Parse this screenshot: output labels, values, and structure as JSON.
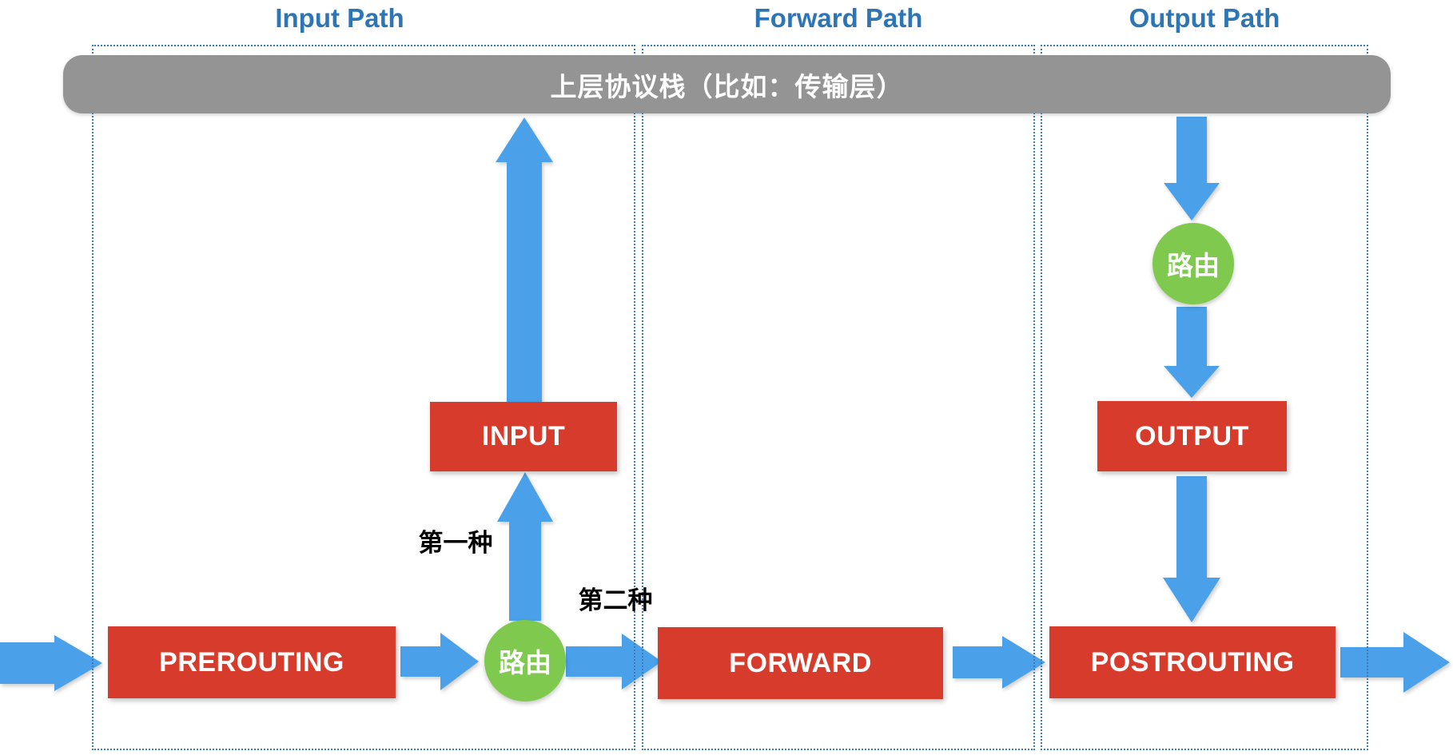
{
  "colors": {
    "arrow": "#4AA1E9",
    "chain": "#D73B2B",
    "route": "#80C94F",
    "stack_bar": "#949494",
    "path_title": "#2E75B5",
    "panel_border": "#3C7AB8",
    "label": "#000000"
  },
  "paths": [
    {
      "title": "Input Path"
    },
    {
      "title": "Forward Path"
    },
    {
      "title": "Output Path"
    }
  ],
  "stack_bar": {
    "label": "上层协议栈（比如：传输层）"
  },
  "chains": {
    "prerouting": "PREROUTING",
    "input": "INPUT",
    "forward": "FORWARD",
    "output": "OUTPUT",
    "postrouting": "POSTROUTING"
  },
  "route_nodes": {
    "bottom": "路由",
    "output_column": "路由"
  },
  "annotations": {
    "first": "第一种",
    "second": "第二种"
  }
}
